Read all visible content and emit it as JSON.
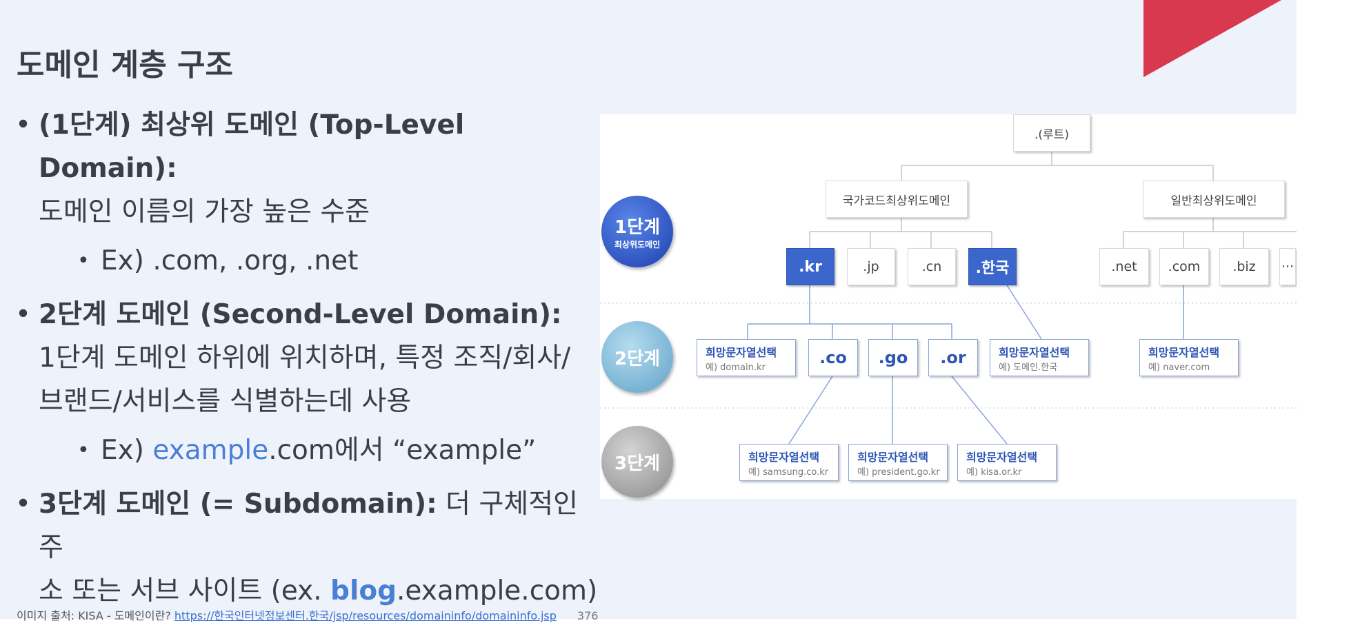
{
  "slide": {
    "title": "도메인 계층 구조",
    "bullets": [
      {
        "head": "(1단계) 최상위 도메인 (Top-Level Domain):",
        "body": "도메인 이름의 가장 높은 수준",
        "example": "Ex) .com, .org, .net"
      },
      {
        "head": "2단계 도메인 (Second-Level Domain):",
        "body_line1": "1단계 도메인 하위에 위치하며, 특정 조직/회사/",
        "body_line2": "브랜드/서비스를 식별하는데 사용",
        "example_prefix": "Ex) ",
        "example_highlight": "example",
        "example_suffix": ".com에서 “example”"
      },
      {
        "head": "3단계 도메인 (= Subdomain):",
        "body_a": " 더 구체적인 주",
        "body_b": "소 또는 서브 사이트 (ex. ",
        "highlight": "blog",
        "body_c": ".example.com)"
      }
    ],
    "caption": {
      "prefix": "이미지 출처: KISA - 도메인이란? ",
      "link": "https://한국인터넷정보센터.한국/jsp/resources/domaininfo/domaininfo.jsp",
      "page": "376"
    },
    "accent_color": "#d9394f",
    "highlight_color": "#4a7fd6"
  },
  "diagram": {
    "root": ".(루트)",
    "categories": [
      "국가코드최상위도메인",
      "일반최상위도메인"
    ],
    "levels": [
      {
        "main": "1단계",
        "sub": "최상위도메인"
      },
      {
        "main": "2단계",
        "sub": ""
      },
      {
        "main": "3단계",
        "sub": ""
      }
    ],
    "cc_tlds": [
      ".kr",
      ".jp",
      ".cn",
      ".한국"
    ],
    "g_tlds": [
      ".net",
      ".com",
      ".biz",
      "···"
    ],
    "second_level": {
      "kr_pref_title": "희망문자열선택",
      "kr_pref_ex": "예) domain.kr",
      "co": ".co",
      "go": ".go",
      "or": ".or",
      "hanguk_title": "희망문자열선택",
      "hanguk_ex": "예) 도메인.한국",
      "com_title": "희망문자열선택",
      "com_ex": "예) naver.com"
    },
    "third_level": [
      {
        "title": "희망문자열선택",
        "ex": "예) samsung.co.kr"
      },
      {
        "title": "희망문자열선택",
        "ex": "예) president.go.kr"
      },
      {
        "title": "희망문자열선택",
        "ex": "예) kisa.or.kr"
      }
    ]
  }
}
